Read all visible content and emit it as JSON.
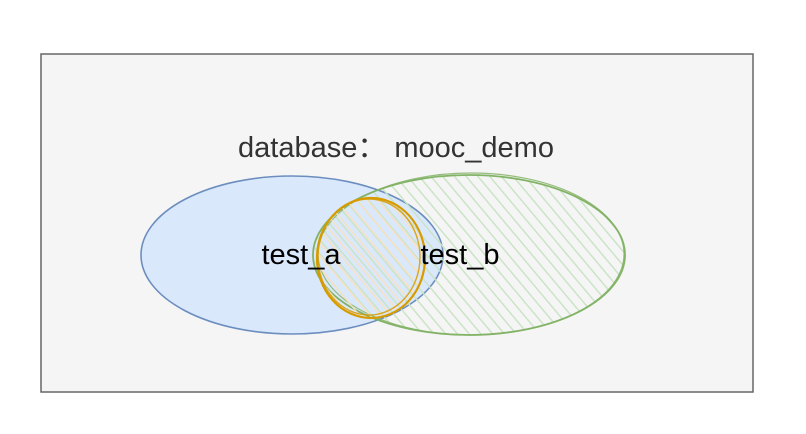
{
  "diagram": {
    "title": "database： mooc_demo",
    "set_a": {
      "label": "test_a",
      "fill": "#dae8fc",
      "stroke": "#6c8ebf"
    },
    "set_b": {
      "label": "test_b",
      "fill": "#d5e8d4",
      "stroke": "#82b366"
    },
    "intersection": {
      "fill": "#ffe6cc",
      "stroke": "#d79b00"
    },
    "container": {
      "fill": "#f5f5f5",
      "stroke": "#666666"
    }
  }
}
